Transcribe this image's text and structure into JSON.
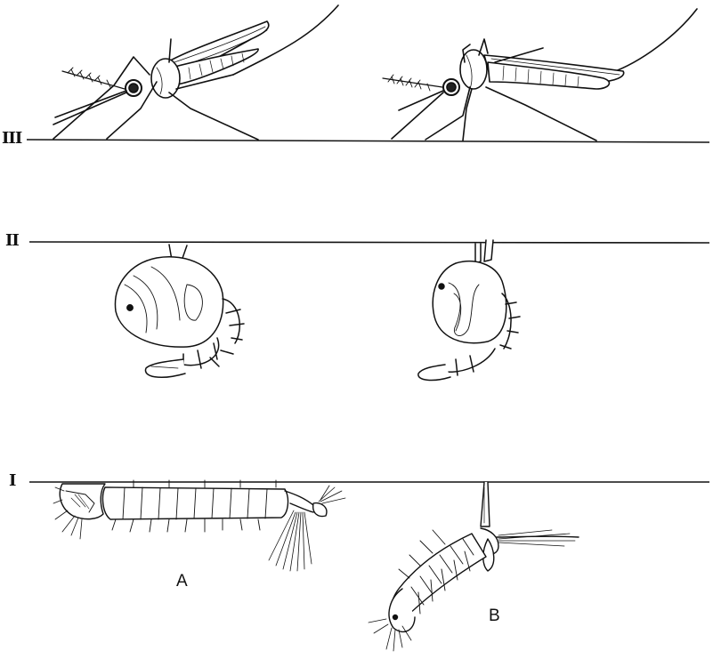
{
  "figure": {
    "stage_labels": {
      "adult": "III",
      "pupa": "II",
      "larva": "I"
    },
    "column_labels": {
      "left": "A",
      "right": "B"
    }
  }
}
